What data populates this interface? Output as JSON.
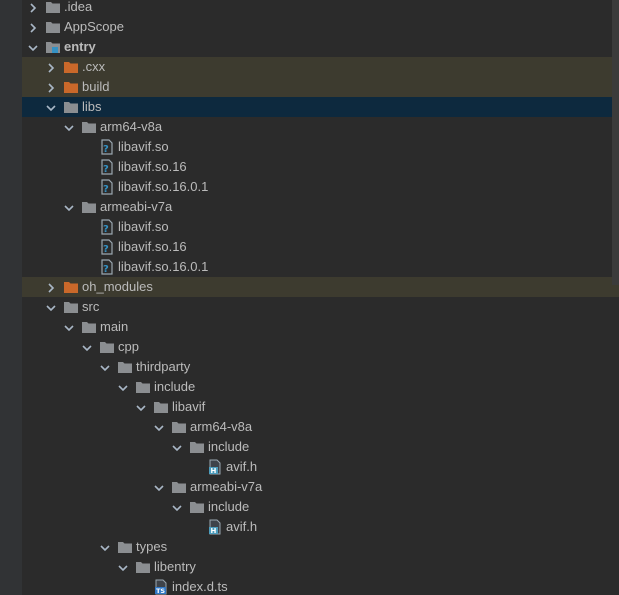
{
  "colors": {
    "background": "#2b2b2b",
    "text": "#bbbbbb",
    "folder_default": "#8b8e91",
    "folder_excluded": "#c9682a",
    "selected_row": "#0d293e",
    "excluded_row": "#3d3b2f",
    "header_file_icon": "#4c9dbd"
  },
  "tree": [
    {
      "label": ".idea",
      "depth": 1,
      "arrow": "right",
      "icon": "folder-icon"
    },
    {
      "label": "AppScope",
      "depth": 1,
      "arrow": "right",
      "icon": "folder-icon"
    },
    {
      "label": "entry",
      "depth": 1,
      "arrow": "down",
      "icon": "module-folder-icon",
      "bold": true
    },
    {
      "label": ".cxx",
      "depth": 2,
      "arrow": "right",
      "icon": "excluded-folder-icon",
      "state": "excluded"
    },
    {
      "label": "build",
      "depth": 2,
      "arrow": "right",
      "icon": "excluded-folder-icon",
      "state": "excluded"
    },
    {
      "label": "libs",
      "depth": 2,
      "arrow": "down",
      "icon": "folder-icon",
      "state": "selected"
    },
    {
      "label": "arm64-v8a",
      "depth": 3,
      "arrow": "down",
      "icon": "folder-icon"
    },
    {
      "label": "libavif.so",
      "depth": 4,
      "arrow": "none",
      "icon": "unknown-file-icon"
    },
    {
      "label": "libavif.so.16",
      "depth": 4,
      "arrow": "none",
      "icon": "unknown-file-icon"
    },
    {
      "label": "libavif.so.16.0.1",
      "depth": 4,
      "arrow": "none",
      "icon": "unknown-file-icon"
    },
    {
      "label": "armeabi-v7a",
      "depth": 3,
      "arrow": "down",
      "icon": "folder-icon"
    },
    {
      "label": "libavif.so",
      "depth": 4,
      "arrow": "none",
      "icon": "unknown-file-icon"
    },
    {
      "label": "libavif.so.16",
      "depth": 4,
      "arrow": "none",
      "icon": "unknown-file-icon"
    },
    {
      "label": "libavif.so.16.0.1",
      "depth": 4,
      "arrow": "none",
      "icon": "unknown-file-icon"
    },
    {
      "label": "oh_modules",
      "depth": 2,
      "arrow": "right",
      "icon": "excluded-folder-icon",
      "state": "excluded"
    },
    {
      "label": "src",
      "depth": 2,
      "arrow": "down",
      "icon": "folder-icon"
    },
    {
      "label": "main",
      "depth": 3,
      "arrow": "down",
      "icon": "folder-icon"
    },
    {
      "label": "cpp",
      "depth": 4,
      "arrow": "down",
      "icon": "folder-icon"
    },
    {
      "label": "thirdparty",
      "depth": 5,
      "arrow": "down",
      "icon": "folder-icon"
    },
    {
      "label": "include",
      "depth": 6,
      "arrow": "down",
      "icon": "folder-icon"
    },
    {
      "label": "libavif",
      "depth": 7,
      "arrow": "down",
      "icon": "folder-icon"
    },
    {
      "label": "arm64-v8a",
      "depth": 8,
      "arrow": "down",
      "icon": "folder-icon"
    },
    {
      "label": "include",
      "depth": 9,
      "arrow": "down",
      "icon": "folder-icon"
    },
    {
      "label": "avif.h",
      "depth": 10,
      "arrow": "none",
      "icon": "header-file-icon"
    },
    {
      "label": "armeabi-v7a",
      "depth": 8,
      "arrow": "down",
      "icon": "folder-icon"
    },
    {
      "label": "include",
      "depth": 9,
      "arrow": "down",
      "icon": "folder-icon"
    },
    {
      "label": "avif.h",
      "depth": 10,
      "arrow": "none",
      "icon": "header-file-icon"
    },
    {
      "label": "types",
      "depth": 5,
      "arrow": "down",
      "icon": "folder-icon"
    },
    {
      "label": "libentry",
      "depth": 6,
      "arrow": "down",
      "icon": "folder-icon"
    },
    {
      "label": "index.d.ts",
      "depth": 7,
      "arrow": "none",
      "icon": "ts-file-icon"
    }
  ]
}
